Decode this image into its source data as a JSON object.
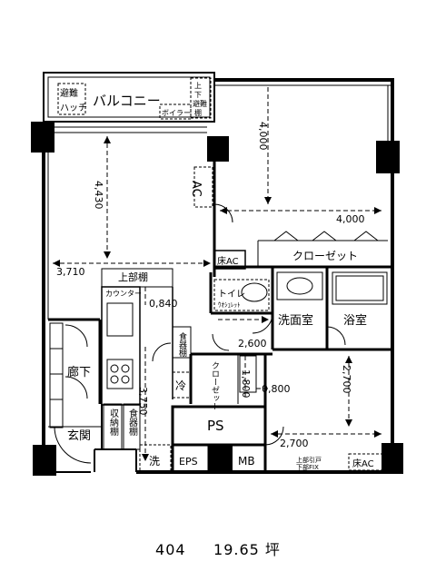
{
  "rooms": {
    "balcony": "バルコニー",
    "escape_hatch_1": "避難",
    "escape_hatch_2": "ハッチ",
    "ladder_1": "上",
    "ladder_2": "下",
    "ladder_3": "避難",
    "ladder_4": "棚",
    "box": "ボイラー",
    "ac": "AC",
    "closet_main": "クローゼット",
    "floor_ac_1": "床AC",
    "floor_ac_2": "床AC",
    "upper_shelf": "上部棚",
    "counter": "カウンター",
    "toilet_1": "トイレ",
    "toilet_2": "ｳｵｼｭﾚｯﾄ",
    "washroom": "洗面室",
    "bath": "浴室",
    "corridor": "廊下",
    "entrance": "玄関",
    "food_shelf": "食器棚",
    "fridge": "冷",
    "closet_small": "クローゼット",
    "storage": "収納棚",
    "shoe_shelf": "食器棚",
    "laundry": "洗",
    "ps": "PS",
    "eps": "EPS",
    "mb": "MB",
    "upper_note_1": "上部引戸",
    "upper_note_2": "下部FIX"
  },
  "dimensions": {
    "d4430": "4,430",
    "d4000v": "4,000",
    "d4000h": "4,000",
    "d3710": "3,710",
    "d0840": "0,840",
    "d2600": "2,600",
    "d3750": "3,750",
    "d1800": "1,800",
    "d0800": "0,800",
    "d2700v": "2,700",
    "d2700h": "2,700"
  },
  "caption": {
    "unit": "404",
    "area": "19.65 坪"
  }
}
